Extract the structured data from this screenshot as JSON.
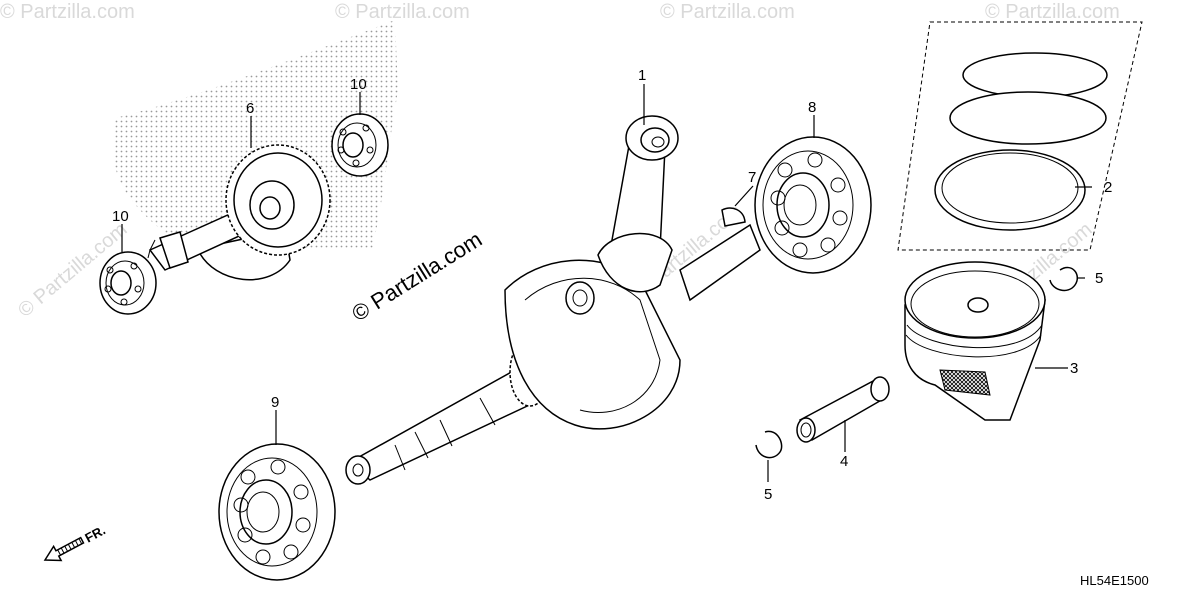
{
  "diagram": {
    "watermark_main": "© Partzilla.com",
    "watermark_faint": "© Partzilla.com",
    "code": "HL54E1500",
    "direction": "FR.",
    "callouts": {
      "c1": "1",
      "c2": "2",
      "c3": "3",
      "c4": "4",
      "c5a": "5",
      "c5b": "5",
      "c6": "6",
      "c7": "7",
      "c8": "8",
      "c9": "9",
      "c10a": "10",
      "c10b": "10"
    }
  }
}
